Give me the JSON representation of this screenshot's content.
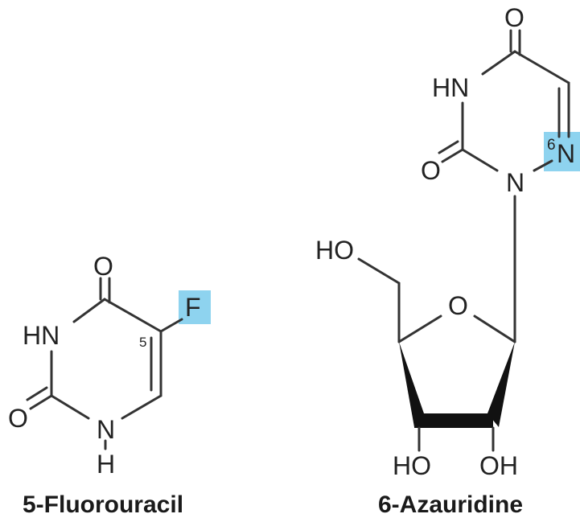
{
  "highlight_color": "#8ed3ef",
  "fluorouracil": {
    "name": "5-Fluorouracil",
    "atoms": {
      "o_top": "O",
      "f": "F",
      "hn": "HN",
      "pos5": "5",
      "o_left": "O",
      "n_bottom": "N",
      "h_bottom": "H"
    }
  },
  "azauridine": {
    "name": "6-Azauridine",
    "atoms": {
      "o_top": "O",
      "hn": "HN",
      "n6_sup": "6",
      "n6": "N",
      "o_left": "O",
      "n1": "N",
      "ho_top": "HO",
      "o_ring": "O",
      "ho_bottom": "HO",
      "oh_bottom": "OH"
    }
  }
}
